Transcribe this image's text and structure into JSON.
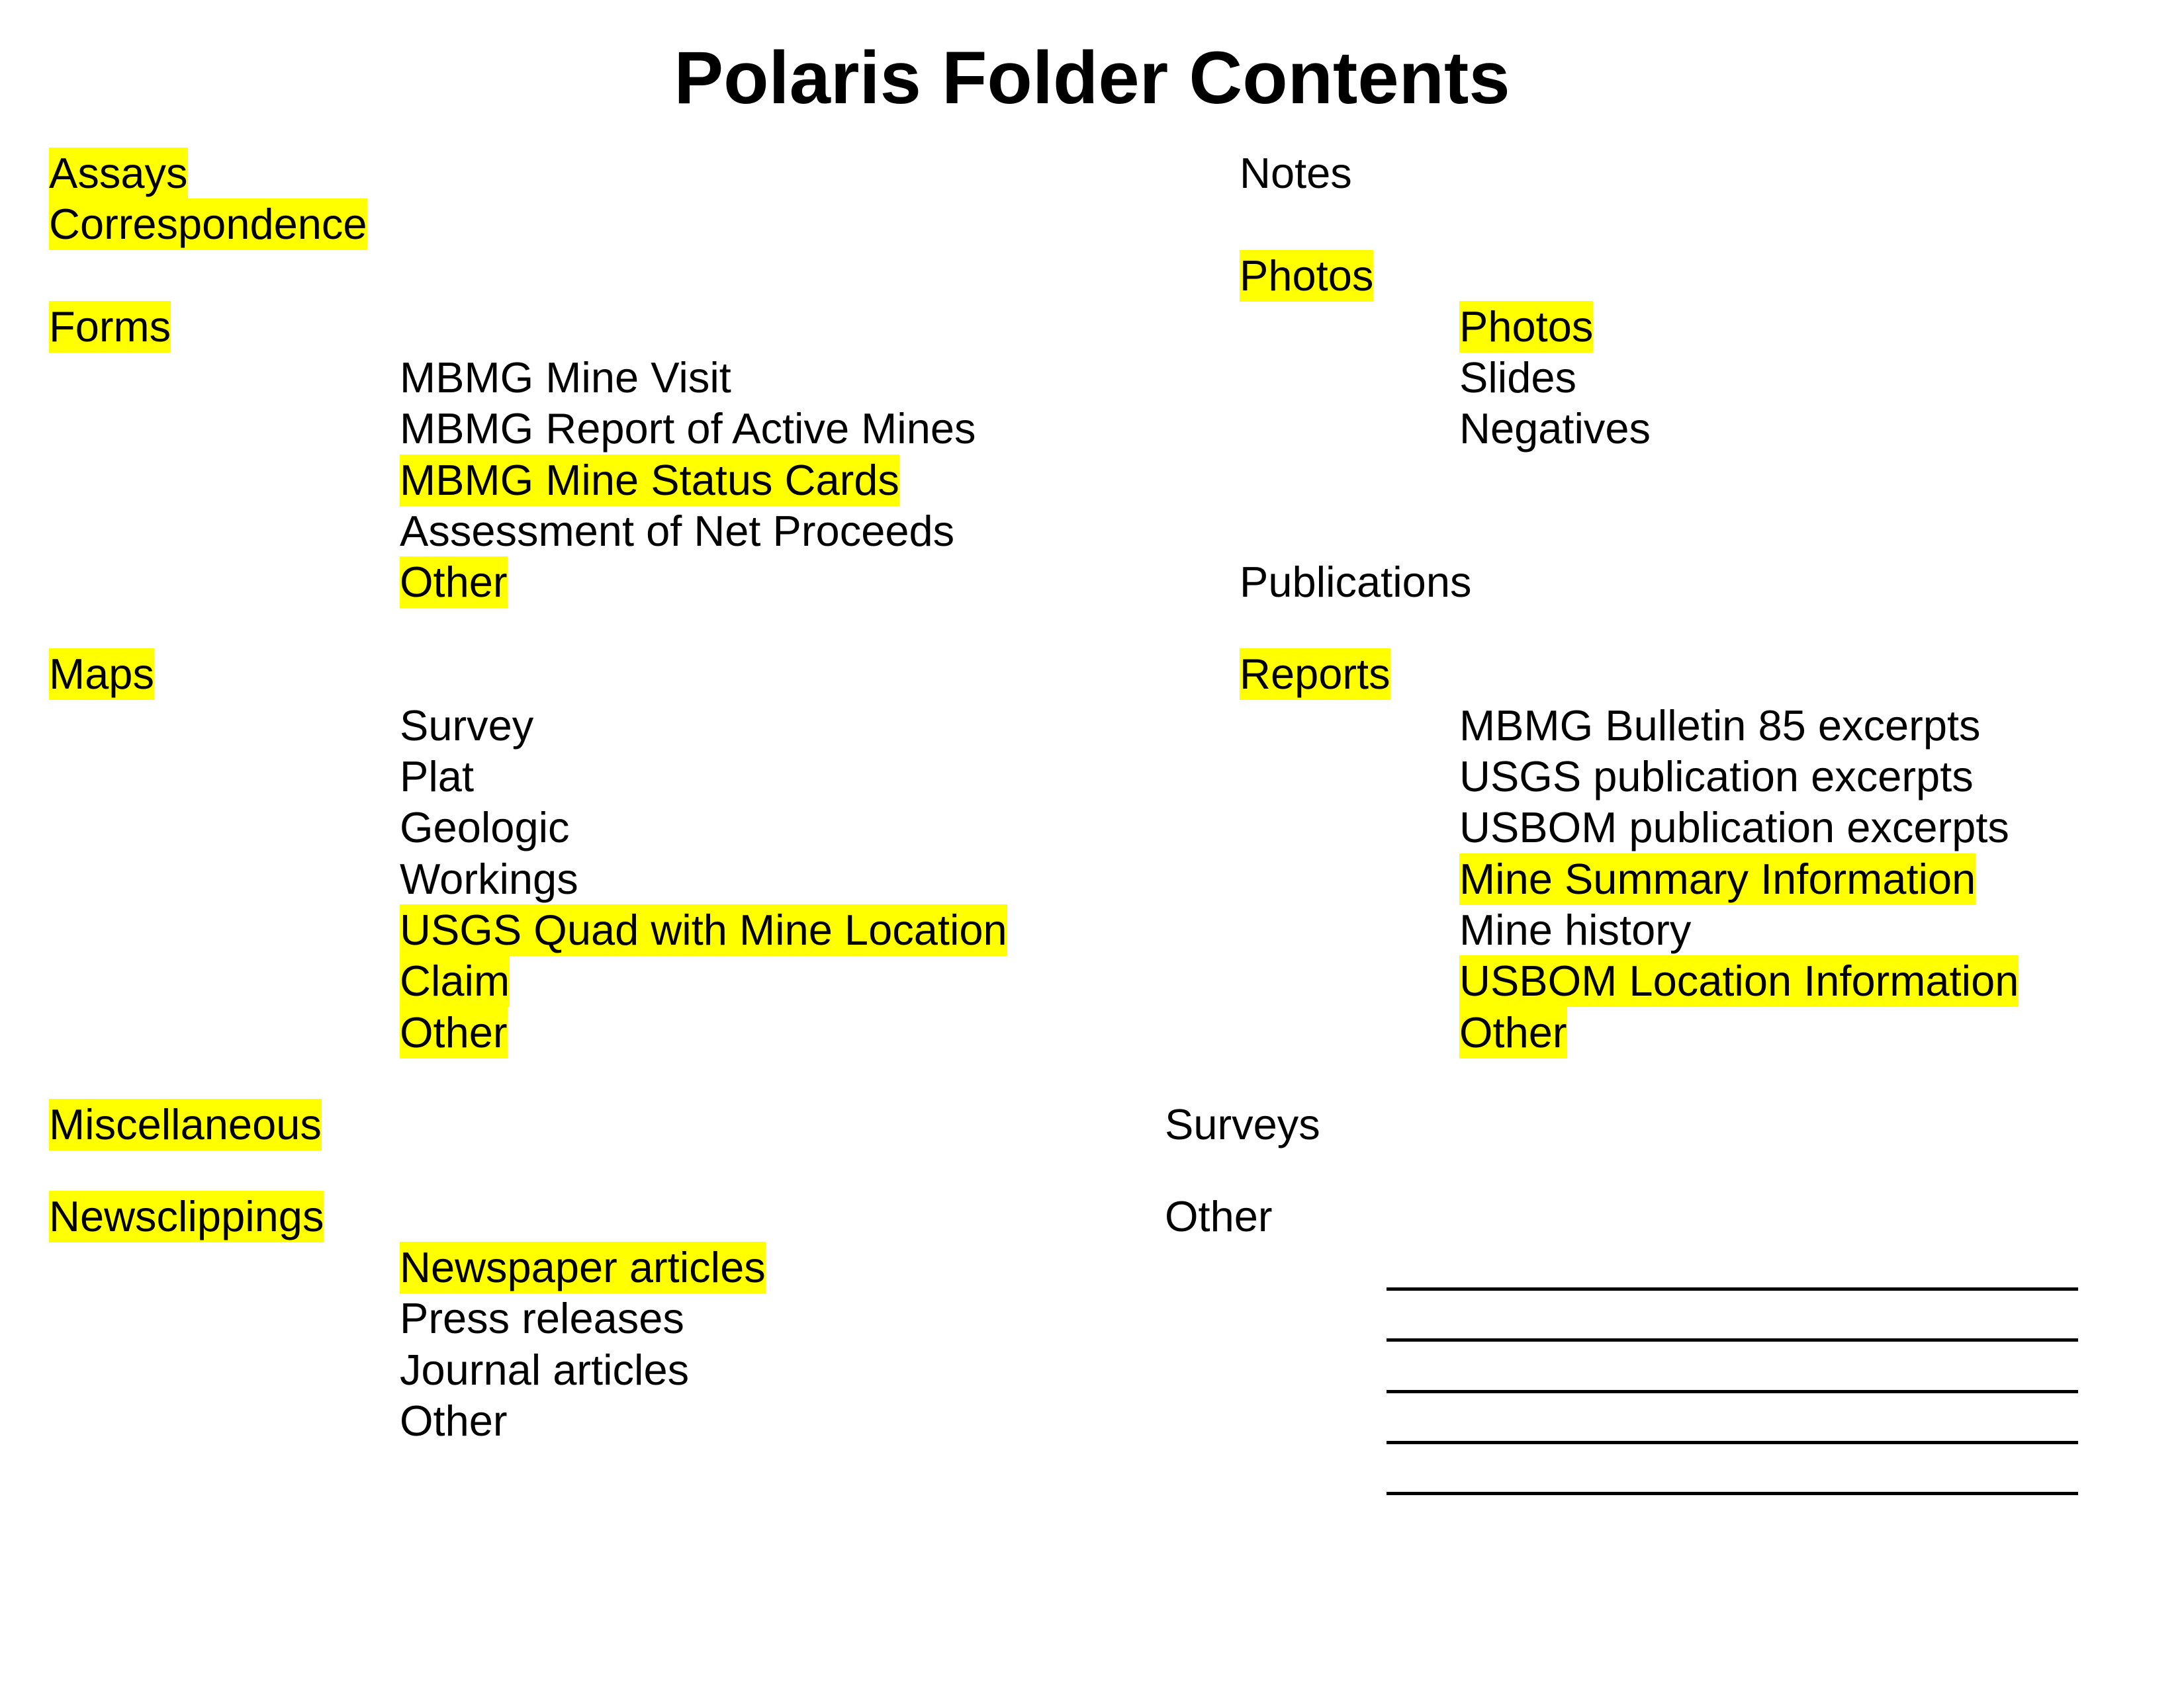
{
  "title": "Polaris Folder Contents",
  "highlight_color": "#ffff00",
  "left_column": {
    "assays": "Assays",
    "correspondence": "Correspondence",
    "forms": {
      "label": "Forms",
      "items": [
        "MBMG Mine Visit",
        "MBMG Report of Active Mines",
        "MBMG Mine Status Cards",
        "Assessment of Net Proceeds",
        "Other"
      ]
    },
    "maps": {
      "label": "Maps",
      "items": [
        "Survey",
        "Plat",
        "Geologic",
        "Workings",
        "USGS Quad with Mine Location",
        "Claim",
        "Other"
      ]
    },
    "miscellaneous": "Miscellaneous",
    "newsclippings": {
      "label": "Newsclippings",
      "items": [
        "Newspaper articles",
        "Press releases",
        "Journal articles",
        "Other"
      ]
    }
  },
  "right_column": {
    "notes": "Notes",
    "photos": {
      "label": "Photos",
      "items": [
        "Photos",
        "Slides",
        "Negatives"
      ]
    },
    "publications": "Publications",
    "reports": {
      "label": "Reports",
      "items": [
        "MBMG Bulletin 85 excerpts",
        "USGS publication excerpts",
        "USBOM publication excerpts",
        "Mine Summary Information",
        "Mine history",
        "USBOM Location Information",
        "Other"
      ]
    },
    "surveys": "Surveys",
    "other": "Other"
  }
}
